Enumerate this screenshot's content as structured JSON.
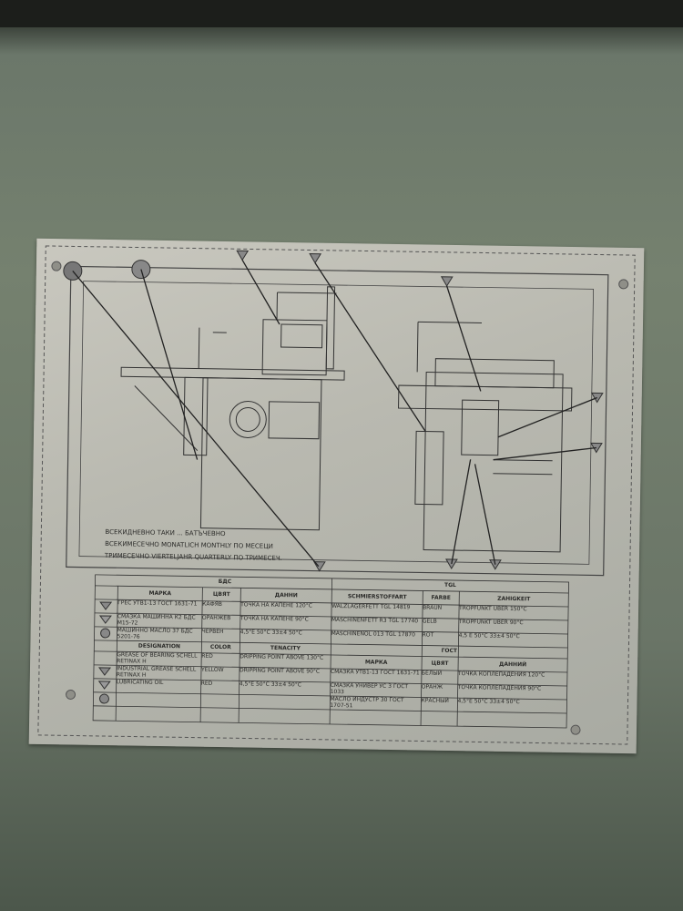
{
  "colors": {
    "wall": "#6b776a",
    "plate": "#c2c2b9",
    "ink": "#2a2a28"
  },
  "schedule_lines": [
    "ВСЕКИДНЕВНО  ТАКИ  ...  БАТЪЧЕВНО",
    "ВСЕКИМЕСЕЧНО  MONATLICH  MONTHLY  ПО МЕСЕЦИ",
    "ТРИМЕСЕЧНО  VIERTELJAHR  QUARTERLY  ПО ТРИМЕСЕЧ."
  ],
  "table_bds": {
    "title": "БДС",
    "headers": [
      "МАРКА",
      "ЦВЯТ",
      "ДАННИ"
    ],
    "rows": [
      [
        "ГРЕС УТВ1-13 ГОСТ 1631-71",
        "КАФЯВ",
        "ТОЧКА НА КАПЕНЕ 120°С"
      ],
      [
        "СМАЗКА МАШИННА К2 БДС М15-72",
        "ОРАНЖЕВ",
        "ТОЧКА НА КАПЕНЕ 90°С"
      ],
      [
        "МАШИННО МАСЛО 37 БДС 5201-76",
        "ЧЕРВЕН",
        "4,5°Е 50°С 33±4 50°С"
      ]
    ]
  },
  "table_tgl": {
    "title": "TGL",
    "headers": [
      "SCHMIERSTOFFART",
      "FARBE",
      "ZAHIGKEIT"
    ],
    "rows": [
      [
        "WALZLAGERFETT TGL 14819",
        "BRAUN",
        "TROPFUNKT UBER 150°C"
      ],
      [
        "MASCHINENFETT R3 TGL 17740",
        "GELB",
        "TROPFUNKT UBER 90°C"
      ],
      [
        "MASCHINENOL 013 TGL 17870",
        "ROT",
        "4,5 E 50°C 33±4 50°C"
      ]
    ]
  },
  "table_en": {
    "headers": [
      "DESIGNATION",
      "COLOR",
      "TENACITY"
    ],
    "rows": [
      [
        "GREASE OF BEARING SCHELL RETINAX H",
        "RED",
        "DRIPPING POINT ABOVE 130°C"
      ],
      [
        "INDUSTRIAL GREASE SCHELL RETINAX H",
        "YELLOW",
        "DRIPPING POINT ABOVE 90°C"
      ],
      [
        "LUBRICATING OIL",
        "RED",
        "4,5°E 50°C 33±4 50°C"
      ]
    ]
  },
  "table_gost": {
    "title": "ГОСТ",
    "headers": [
      "МАРКА",
      "ЦВЯТ",
      "ДАННИЙ"
    ],
    "rows": [
      [
        "СМАЗКА УТВ1-13 ГОСТ 1631-71",
        "БЕЛЫЙ",
        "ТОЧКА КОПЛЕПАДЕНИЯ 120°С"
      ],
      [
        "СМАЗКА УНИВЕР УС 3 ГОСТ 1033",
        "ОРАНЖ",
        "ТОЧКА КОПЛЕПАДЕНИЯ 90°С"
      ],
      [
        "МАСЛО ИНДУСТР 30 ГОСТ 1707-51",
        "КРАСНЫЙ",
        "4,5°Е 50°С 33±4 50°С"
      ]
    ]
  }
}
